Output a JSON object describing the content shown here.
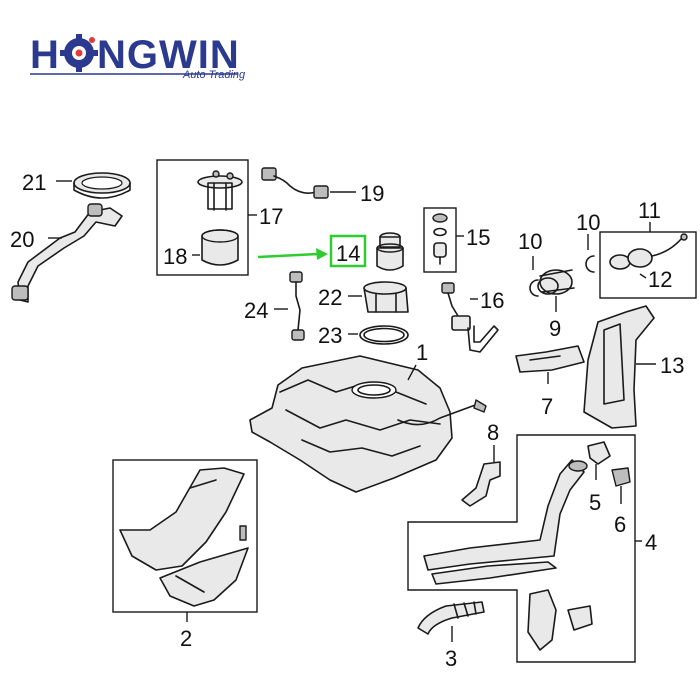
{
  "logo": {
    "text_before": "H",
    "text_after": "NGWIN",
    "subtitle": "Auto Trading",
    "brand_color": "#2b3a8f",
    "accent_color": "#e03a3a"
  },
  "highlight_color": "#2ecc2e",
  "callouts": {
    "c1": "1",
    "c2": "2",
    "c3": "3",
    "c4": "4",
    "c5": "5",
    "c6": "6",
    "c7": "7",
    "c8": "8",
    "c9": "9",
    "c10a": "10",
    "c10b": "10",
    "c11": "11",
    "c12": "12",
    "c13": "13",
    "c14": "14",
    "c15": "15",
    "c16": "16",
    "c17": "17",
    "c18": "18",
    "c19": "19",
    "c20": "20",
    "c21": "21",
    "c22": "22",
    "c23": "23",
    "c24": "24"
  }
}
